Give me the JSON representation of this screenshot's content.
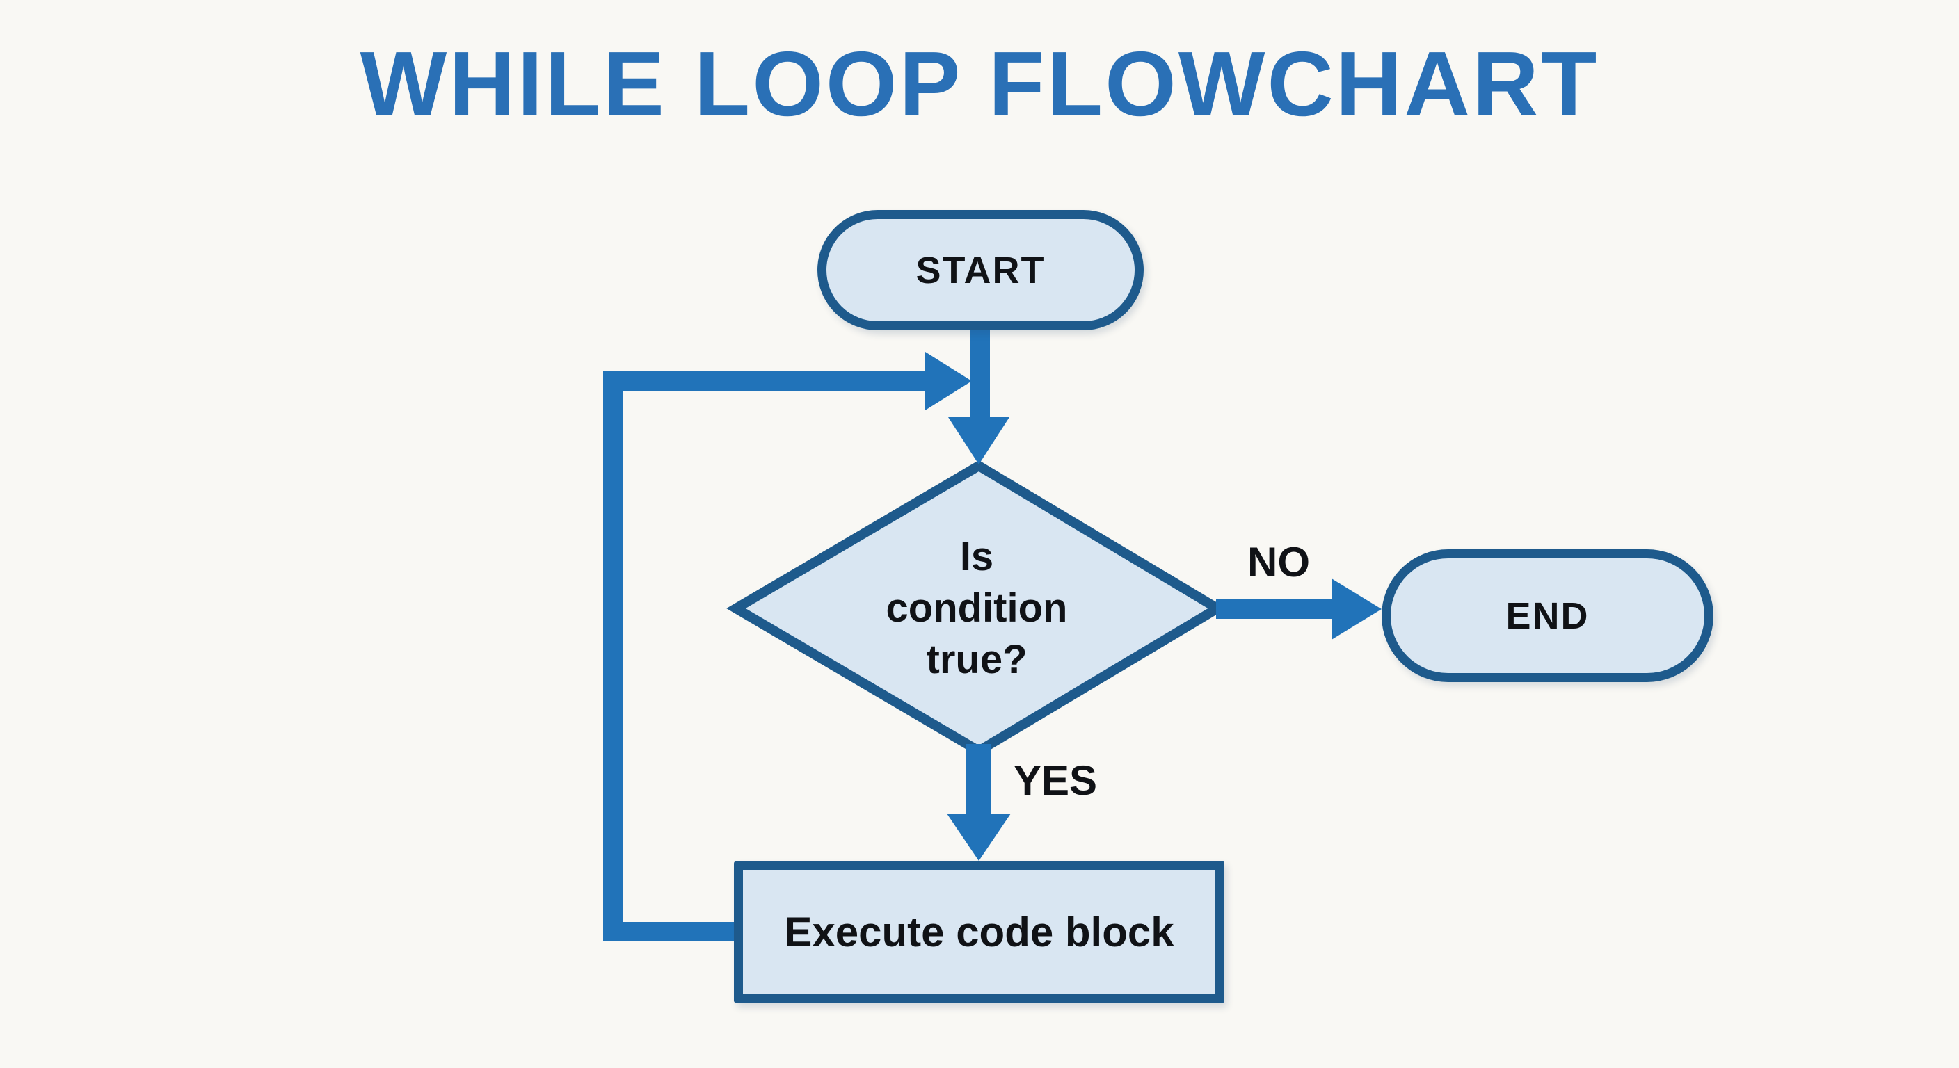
{
  "title": "WHILE LOOP FLOWCHART",
  "colors": {
    "bg": "#f9f8f4",
    "title": "#2a70b6",
    "arrow": "#2173b9",
    "border": "#1e5a8c",
    "fill": "#d9e6f2",
    "text": "#101216"
  },
  "nodes": {
    "start": {
      "type": "terminator",
      "label": "START"
    },
    "decision": {
      "type": "decision",
      "label": "Is\ncondition\ntrue?"
    },
    "process": {
      "type": "process",
      "label": "Execute code block"
    },
    "end": {
      "type": "terminator",
      "label": "END"
    }
  },
  "edges": {
    "start_to_decision": {
      "label": ""
    },
    "decision_no_to_end": {
      "label": "NO"
    },
    "decision_yes_to_process": {
      "label": "YES"
    },
    "process_loop_back": {
      "label": ""
    }
  }
}
